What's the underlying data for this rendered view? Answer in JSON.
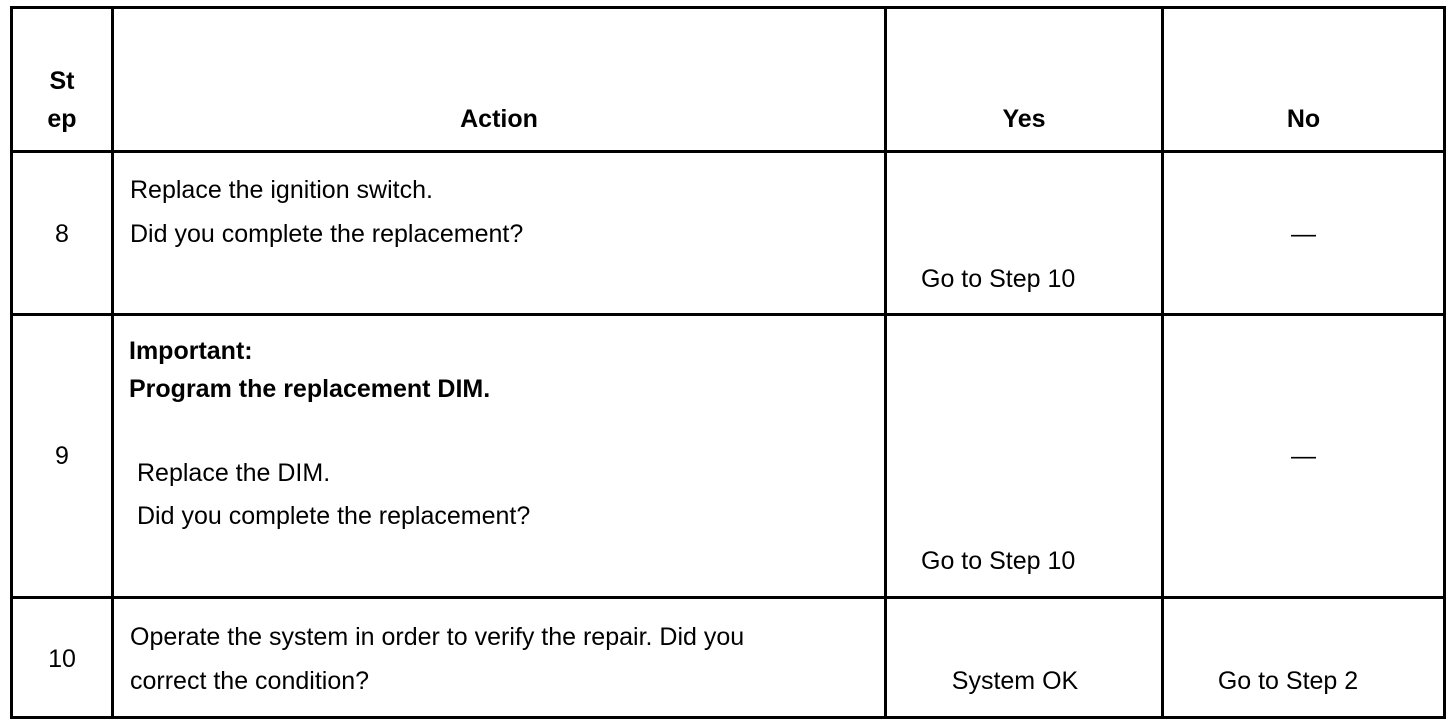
{
  "header": {
    "step_line1": "St",
    "step_line2": "ep",
    "action": "Action",
    "yes": "Yes",
    "no": "No"
  },
  "rows": [
    {
      "step": "8",
      "action_lines": [
        "Replace the ignition switch.",
        "Did you complete the replacement?"
      ],
      "yes": "Go to Step 10",
      "no": "—"
    },
    {
      "step": "9",
      "important_label": "Important:",
      "important_text": "Program the replacement DIM.",
      "action_lines": [
        "Replace the DIM.",
        "Did you complete the replacement?"
      ],
      "yes": "Go to Step 10",
      "no": "—"
    },
    {
      "step": "10",
      "action_lines": [
        "Operate the system in order to verify the repair. Did you",
        "correct the condition?"
      ],
      "yes": "System OK",
      "no": "Go to Step 2"
    }
  ]
}
